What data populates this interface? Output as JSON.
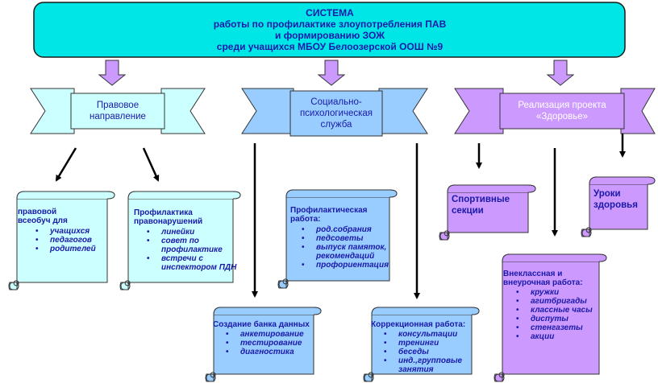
{
  "title": {
    "lines": [
      "СИСТЕМА",
      "работы по профилактике злоупотребления ПАВ",
      "и формированию ЗОЖ",
      "среди учащихся МБОУ Белоозерской ООШ №9"
    ]
  },
  "colors": {
    "title_fill": "#00e6e6",
    "banner1_fill": "#ccffff",
    "banner2_fill": "#99ccff",
    "banner3_fill": "#cc99ff",
    "scroll1_fill": "#ccffff",
    "scroll2_fill": "#99ccff",
    "scroll3_fill": "#cc99ff",
    "arrow_fill": "#cc99ff",
    "text": "#1a1aa8"
  },
  "banners": {
    "legal": {
      "lines": [
        "Правовое",
        "направление"
      ]
    },
    "psych": {
      "lines": [
        "Социально-",
        "психологическая",
        "служба"
      ]
    },
    "health": {
      "lines": [
        "Реализация проекта",
        "«Здоровье»"
      ]
    }
  },
  "scrolls": {
    "edu": {
      "head": [
        "правовой",
        "всеобуч для"
      ],
      "items": [
        "учащихся",
        "педагогов",
        "родителей"
      ]
    },
    "prevent": {
      "head": [
        "Профилактика",
        "правонарушений"
      ],
      "items": [
        "линейки",
        "совет по профилактике",
        "встречи с инспектором ПДН"
      ]
    },
    "prophylactic": {
      "head": [
        "Профилактическая",
        "работа:"
      ],
      "items": [
        "род.собрания",
        "педсоветы",
        "выпуск памяток, рекомендаций",
        "профориентация"
      ]
    },
    "databank": {
      "head": [
        "Создание банка данных"
      ],
      "items": [
        "анкетирование",
        "тестирование",
        "диагностика"
      ]
    },
    "correction": {
      "head": [
        "Коррекционная работа:"
      ],
      "items": [
        "консультации",
        "тренинги",
        "беседы",
        "инд.,групповые занятия"
      ]
    },
    "sport": {
      "lines": [
        "Спортивные",
        "секции"
      ]
    },
    "lessons": {
      "lines": [
        "Уроки",
        "здоровья"
      ]
    },
    "extracurricular": {
      "head": [
        "Внеклассная и",
        "внеурочная работа:"
      ],
      "items": [
        "кружки",
        "агитбригады",
        "классные часы",
        "диспуты",
        "стенгазеты",
        "акции"
      ]
    }
  }
}
